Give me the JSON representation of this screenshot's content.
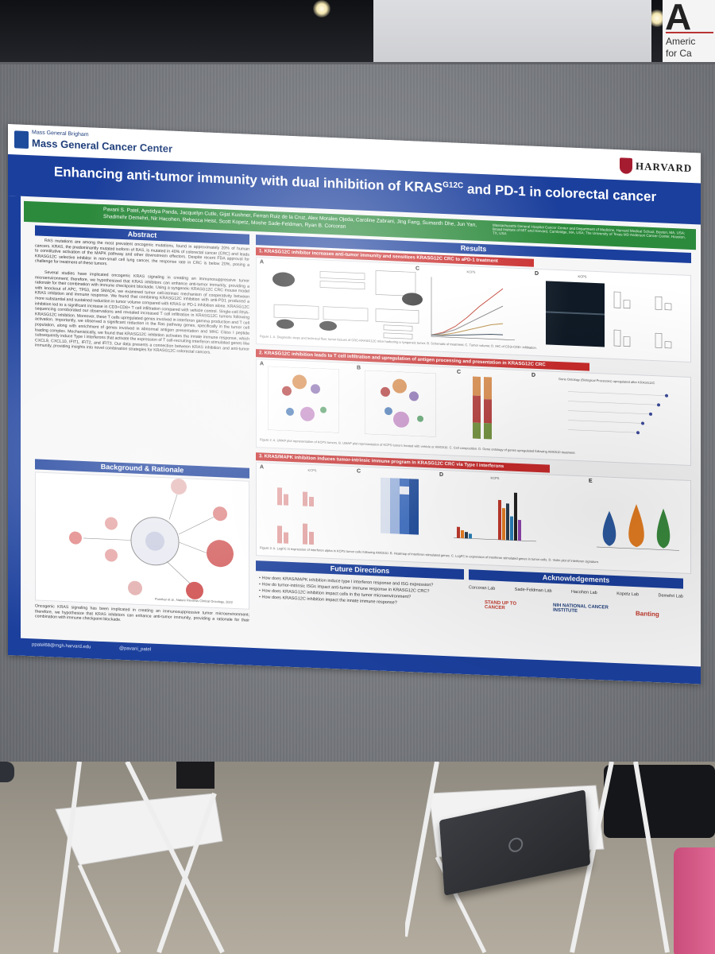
{
  "scene": {
    "corner_sign": {
      "big_letter": "A",
      "line1": "Americ",
      "line2": "for Ca"
    }
  },
  "poster": {
    "org_small": "Mass General Brigham",
    "org_name": "Mass General Cancer Center",
    "harvard": "HARVARD",
    "title": "Enhancing anti-tumor immunity with dual inhibition of KRAS",
    "title_sup": "G12C",
    "title_rest": " and PD-1 in colorectal cancer",
    "authors": "Pavani S. Patel, Aystidya Panda, Jacquelyn Cutle, Gijat Kushner, Ferran Ruiz de la Cruz, Alex Morales Ojeda, Caroline Zabrani, Jing Fang, Sumanth Dhe, Jun Yan, Shadmehr Demehri, Nir Hacohen, Rebecca Heist, Scott Kopetz, Moshe Sade-Feldman, Ryan B. Corcoran",
    "affiliations": "Massachusetts General Hospital Cancer Center and Department of Medicine, Harvard Medical School, Boston, MA, USA; Broad Institute of MIT and Harvard, Cambridge, MA, USA; The University of Texas MD Anderson Cancer Center, Houston, TX, USA",
    "abstract": {
      "heading": "Abstract",
      "p1": "RAS mutations are among the most prevalent oncogenic mutations, found in approximately 20% of human cancers. KRAS, the predominantly mutated isoform of RAS, is mutated in 40% of colorectal cancer (CRC) and leads to constitutive activation of the MAPK pathway and other downstream effectors. Despite recent FDA approval for KRASG12C selective inhibitor in non-small cell lung cancer, the response rate in CRC is below 20%, posing a challenge for treatment of these tumors.",
      "p2": "Several studies have implicated oncogenic KRAS signaling in creating an immunosuppressive tumor microenvironment; therefore, we hypothesized that KRAS inhibitors can enhance anti-tumor immunity, providing a rationale for their combination with immune checkpoint blockade. Using a syngeneic KRASG12C CRC mouse model with knockout of APC, TP53, and SMAD4, we examined tumor cell-intrinsic mechanism of cooperativity between KRAS inhibition and immune response. We found that combining KRASG12C inhibition with anti-PD1 produced a more substantial and sustained reduction in tumor volume compared with KRAS or PD-1 inhibition alone. KRASG12C inhibition led to a significant increase in CD3+CD8+ T cell infiltration compared with vehicle control. Single-cell RNA-sequencing corroborated our observations and revealed increased T cell infiltration in KRASG12C tumors following KRASG12C inhibition. Moreover, these T cells upregulated genes involved in interferon gamma production and T cell activation. Importantly, we observed a significant reduction in the Ras pathway genes, specifically in the tumor cell population, along with enrichment of genes involved in abnormal antigen presentation and MHC Class I peptide loading complex. Mechanistically, we found that KRASG12C inhibition activates the innate immune response, which subsequently induce Type I interferons that activate the expression of T cell-recruiting interferon stimulated genes like CXCL9, CXCL10, IFIT1, IFIT2, and IFIT3. Our data presents a connection between KRAS inhibition and anti-tumor immunity, providing insights into novel combination strategies for KRASG12C colorectal cancers."
    },
    "background": {
      "heading": "Background & Rationale",
      "citation": "Punekar et al., Nature Reviews Clinical Oncology, 2022",
      "text": "Oncogenic KRAS signaling has been implicated in creating an immunosuppressive tumor microenvironment; therefore, we hypothesize that KRAS inhibitors can enhance anti-tumor immunity, providing a rationale for their combination with immune checkpoint blockade."
    },
    "results": {
      "heading": "Results",
      "sub1": "1. KRASG12C inhibitor increases anti-tumor immunity and sensitizes KRASG12C CRC to aPD-1 treatment",
      "sub2": "2. KRASG12C inhibition leads to T cell infiltration and upregulation of antigen processing and presentation in KRASG12C CRC",
      "sub3": "3. KRAS/MAPK inhibition induces tumor-intrinsic immune program in KRASG12C CRC via Type I interferons",
      "fig1_caption": "Figure 1. A. Diagnostic steps and technical flow; tumor tissues of CRC-KRASG12C mice harboring a syngeneic tumor; B. Schematic of treatment; C. Tumor volume; D. IHC of CD3+CD8+ infiltration.",
      "fig2_caption": "Figure 2. A. UMAP plot representation of KCPS tumors. B. UMAP plot representation of KCPS tumors treated with vehicle or AMG510. C. Cell composition. D. Gene ontology of genes upregulated following AMG510 treatment.",
      "fig3_caption": "Figure 3. A. LogFC in expression of interferon alpha in KCPS tumor cells following AMG510. B. Heatmap of interferon stimulated genes. C. LogFC in expression of interferon stimulated genes in tumor cells. D. Violin plot of interferon signature.",
      "fig1c_title": "KCPS",
      "fig1d_title": "KCPS",
      "fig2d_title": "Gene Ontology (Biological Processes) upregulated after KRASG12C",
      "fig3a_title": "KCPS",
      "fig3c_title": "KCPS"
    },
    "future": {
      "heading": "Future Directions",
      "items": [
        "How does KRAS/MAPK inhibition induce type I interferon response and ISG expression?",
        "How do tumor-intrinsic ISGs impact anti-tumor immune response in KRASG12C CRC?",
        "How does KRASG12C inhibition impact cells in the tumor microenvironment?",
        "How does KRASG12C inhibition impact the innate immune response?"
      ]
    },
    "acknowledgements": {
      "heading": "Acknowledgements",
      "labs": [
        "Corcoran Lab",
        "Sade-Feldman Lab",
        "Hacohen Lab",
        "Kopetz Lab",
        "Demehri Lab"
      ],
      "logo1": "STAND UP TO CANCER",
      "logo2": "NIH NATIONAL CANCER INSTITUTE",
      "logo3": "Banting"
    },
    "footer": {
      "email": "ppatel68@mgh.harvard.edu",
      "handle": "@pavani_patel"
    }
  },
  "colors": {
    "poster_blue": "#1b3f9c",
    "author_green": "#2c8a3c",
    "subsection_red": "#c92b2b"
  }
}
